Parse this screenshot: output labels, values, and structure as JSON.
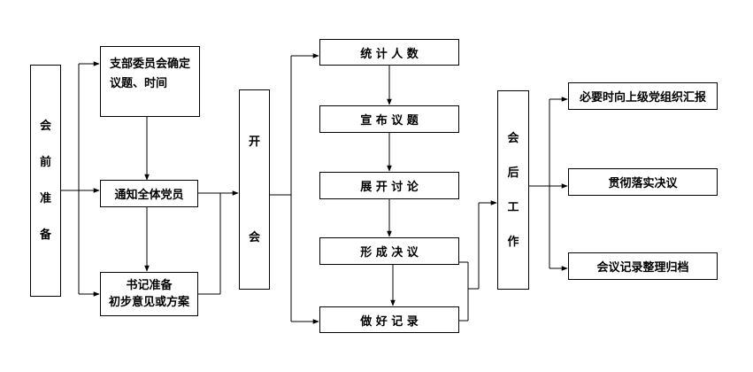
{
  "pre_meeting": {
    "label": [
      "会",
      "前",
      "准",
      "备"
    ]
  },
  "committee_decide": {
    "line1": "支部委员会确定",
    "line2": "议题、时间"
  },
  "notify_members": {
    "label": "通知全体党员"
  },
  "secretary_prepare": {
    "line1": "书记准备",
    "line2": "初步意见或方案"
  },
  "meeting": {
    "label": [
      "开",
      "会"
    ]
  },
  "count_people": {
    "label": "统 计 人 数"
  },
  "announce_topics": {
    "label": "宣 布 议 题"
  },
  "discuss": {
    "label": "展 开 讨 论"
  },
  "form_resolution": {
    "label": "形 成 决 议"
  },
  "record": {
    "label": "做 好 记 录"
  },
  "post_meeting": {
    "label": [
      "会",
      "后",
      "工",
      "作"
    ]
  },
  "report_superior": {
    "label": "必要时向上级党组织汇报"
  },
  "implement": {
    "label": "贯彻落实决议"
  },
  "archive": {
    "label": "会议记录整理归档"
  }
}
